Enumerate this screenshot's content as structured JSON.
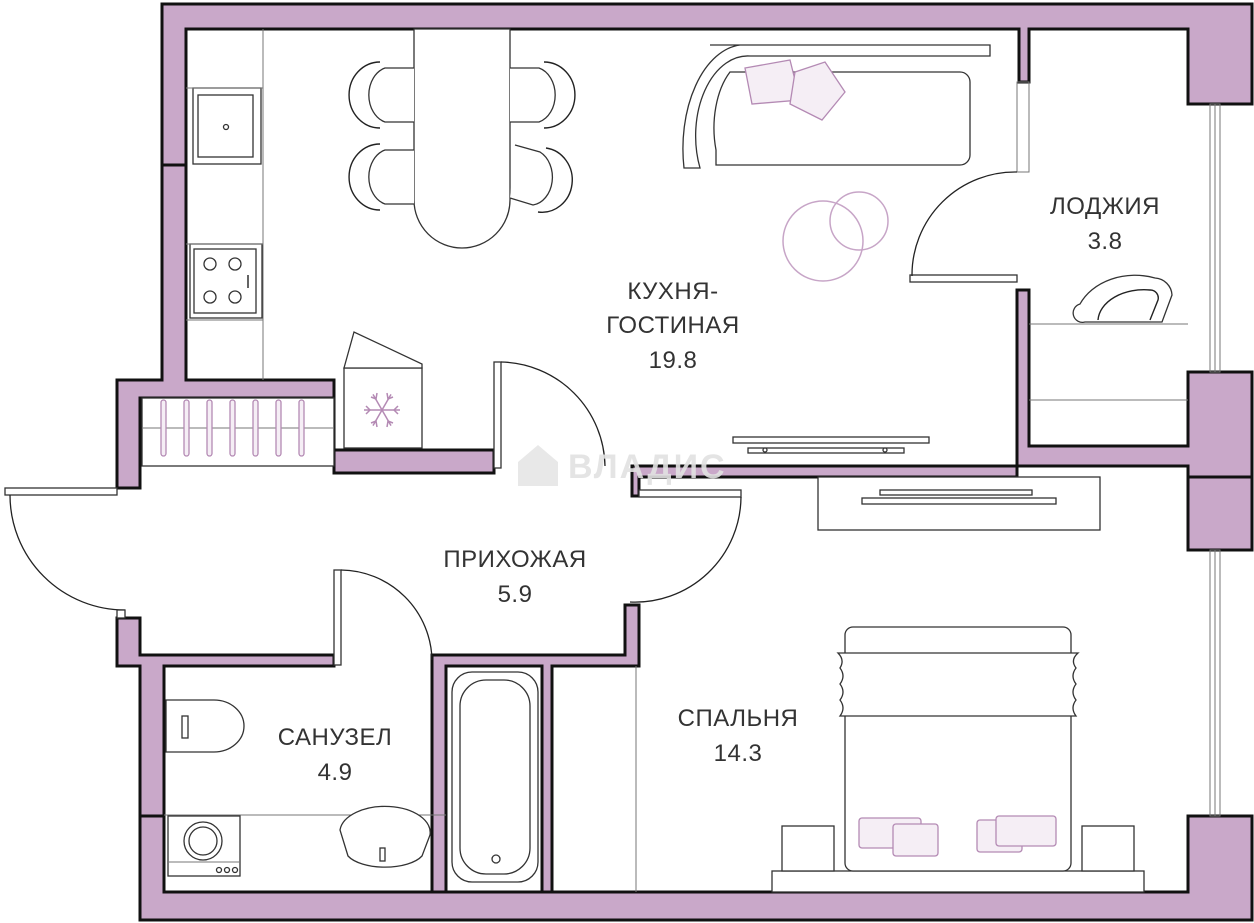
{
  "rooms": {
    "kitchen_living": {
      "name_line1": "КУХНЯ-",
      "name_line2": "ГОСТИНАЯ",
      "area": "19.8"
    },
    "loggia": {
      "name": "ЛОДЖИЯ",
      "area": "3.8"
    },
    "hallway": {
      "name": "ПРИХОЖАЯ",
      "area": "5.9"
    },
    "bathroom": {
      "name": "САНУЗЕЛ",
      "area": "4.9"
    },
    "bedroom": {
      "name": "СПАЛЬНЯ",
      "area": "14.3"
    }
  },
  "watermark": {
    "text": "ВЛАДИС"
  },
  "icons": {
    "fridge": "snowflake-icon",
    "watermark_logo": "house-logo-icon"
  },
  "colors": {
    "wall_fill": "#c9a8c9",
    "wall_stroke": "#111111",
    "accent": "#b48ab4",
    "text": "#333333"
  }
}
